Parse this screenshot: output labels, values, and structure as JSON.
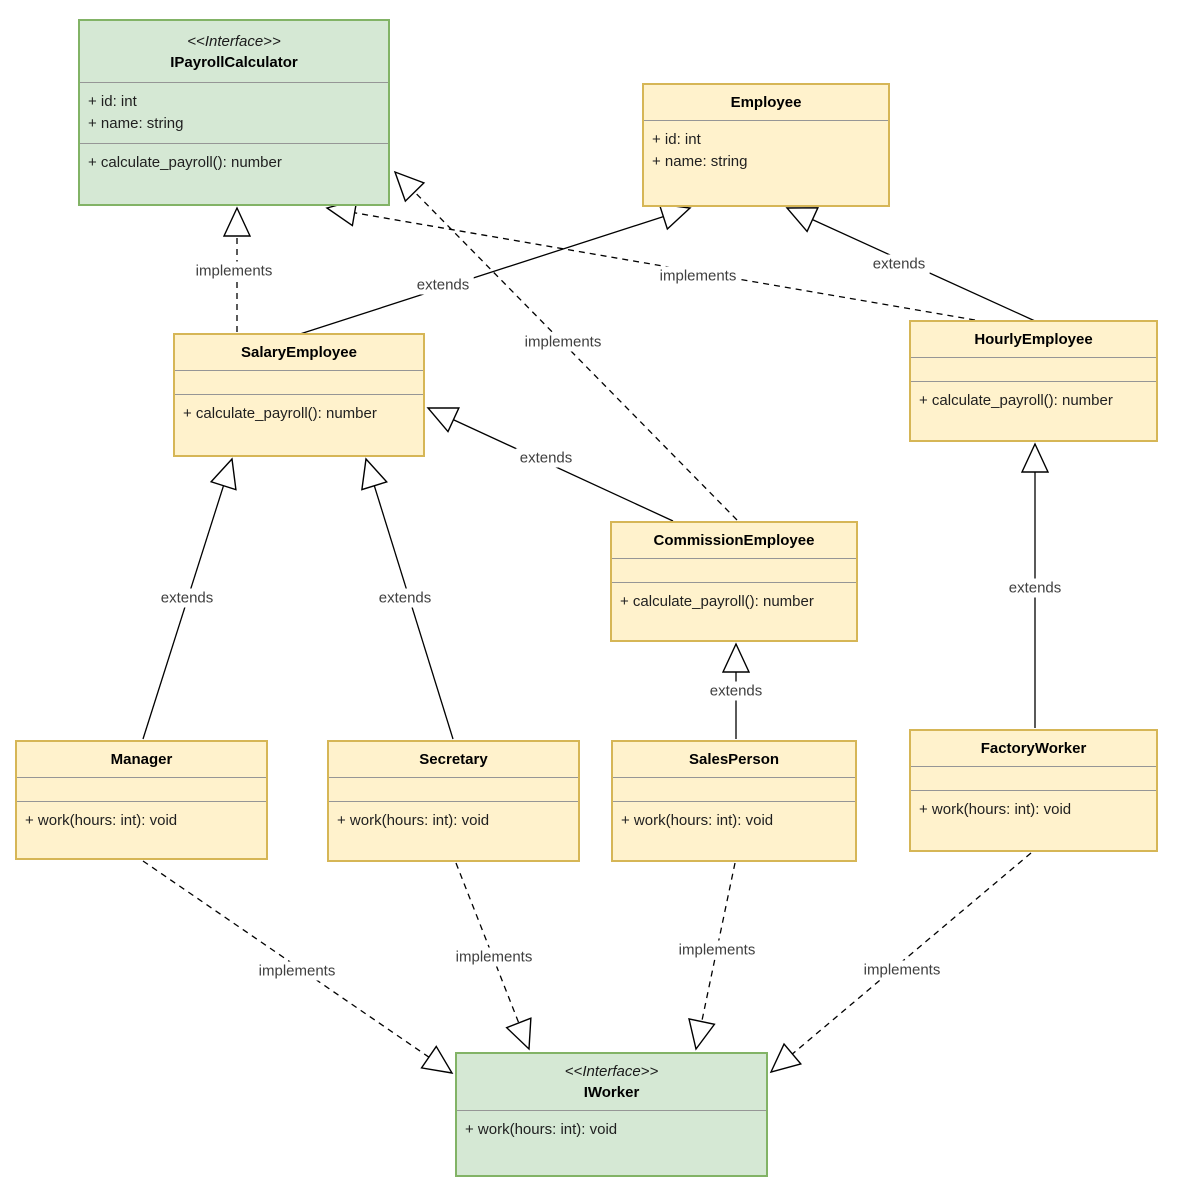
{
  "diagram": {
    "kind": "uml-class-diagram",
    "colors": {
      "class_fill": "#fff2cc",
      "class_border": "#d6b656",
      "interface_fill": "#d5e8d4",
      "interface_border": "#82b366",
      "divider": "#969696",
      "edge": "#000000",
      "label_text": "#3f3f3f",
      "background": "#ffffff"
    }
  },
  "classes": {
    "ipayroll_calculator": {
      "stereotype": "<<Interface>>",
      "name": "IPayrollCalculator",
      "attributes": [
        "+ id: int",
        "+ name: string"
      ],
      "methods": [
        "+ calculate_payroll(): number"
      ]
    },
    "employee": {
      "name": "Employee",
      "attributes": [
        "+ id: int",
        "+ name: string"
      ]
    },
    "salary_employee": {
      "name": "SalaryEmployee",
      "methods": [
        "+ calculate_payroll(): number"
      ]
    },
    "hourly_employee": {
      "name": "HourlyEmployee",
      "methods": [
        "+ calculate_payroll(): number"
      ]
    },
    "commission_employee": {
      "name": "CommissionEmployee",
      "methods": [
        "+ calculate_payroll(): number"
      ]
    },
    "manager": {
      "name": "Manager",
      "methods": [
        "+ work(hours: int): void"
      ]
    },
    "secretary": {
      "name": "Secretary",
      "methods": [
        "+ work(hours: int): void"
      ]
    },
    "sales_person": {
      "name": "SalesPerson",
      "methods": [
        "+ work(hours: int): void"
      ]
    },
    "factory_worker": {
      "name": "FactoryWorker",
      "methods": [
        "+ work(hours: int): void"
      ]
    },
    "iworker": {
      "stereotype": "<<Interface>>",
      "name": "IWorker",
      "methods": [
        "+ work(hours: int): void"
      ]
    }
  },
  "edges": {
    "e1": {
      "from": "SalaryEmployee",
      "to": "IPayrollCalculator",
      "type": "implements",
      "label": "implements"
    },
    "e2": {
      "from": "SalaryEmployee",
      "to": "Employee",
      "type": "extends",
      "label": "extends"
    },
    "e3": {
      "from": "HourlyEmployee",
      "to": "Employee",
      "type": "extends",
      "label": "extends"
    },
    "e4": {
      "from": "HourlyEmployee",
      "to": "IPayrollCalculator",
      "type": "implements",
      "label": "implements"
    },
    "e5": {
      "from": "CommissionEmployee",
      "to": "IPayrollCalculator",
      "type": "implements",
      "label": "implements"
    },
    "e6": {
      "from": "CommissionEmployee",
      "to": "SalaryEmployee",
      "type": "extends",
      "label": "extends"
    },
    "e7": {
      "from": "Manager",
      "to": "SalaryEmployee",
      "type": "extends",
      "label": "extends"
    },
    "e8": {
      "from": "Secretary",
      "to": "SalaryEmployee",
      "type": "extends",
      "label": "extends"
    },
    "e9": {
      "from": "SalesPerson",
      "to": "CommissionEmployee",
      "type": "extends",
      "label": "extends"
    },
    "e10": {
      "from": "FactoryWorker",
      "to": "HourlyEmployee",
      "type": "extends",
      "label": "extends"
    },
    "e11": {
      "from": "Manager",
      "to": "IWorker",
      "type": "implements",
      "label": "implements"
    },
    "e12": {
      "from": "Secretary",
      "to": "IWorker",
      "type": "implements",
      "label": "implements"
    },
    "e13": {
      "from": "SalesPerson",
      "to": "IWorker",
      "type": "implements",
      "label": "implements"
    },
    "e14": {
      "from": "FactoryWorker",
      "to": "IWorker",
      "type": "implements",
      "label": "implements"
    }
  }
}
